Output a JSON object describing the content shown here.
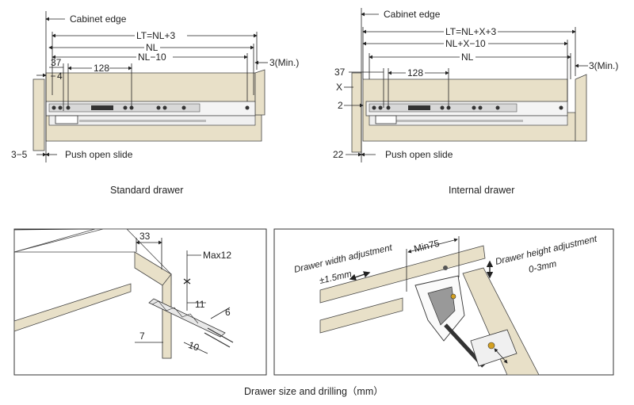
{
  "standard": {
    "cabinet_edge": "Cabinet edge",
    "lt": "LT=NL+3",
    "nl": "NL",
    "nl10": "NL−10",
    "d37": "37",
    "d4": "4",
    "d128": "128",
    "min3": "3(Min.)",
    "d35": "3−5",
    "push": "Push open slide",
    "caption": "Standard drawer"
  },
  "internal": {
    "cabinet_edge": "Cabinet edge",
    "lt": "LT=NL+X+3",
    "nlx10": "NL+X−10",
    "nl": "NL",
    "d37": "37",
    "x": "X",
    "d128": "128",
    "min3": "3(Min.)",
    "d2": "2",
    "d22": "22",
    "push": "Push open slide",
    "caption": "Internal drawer"
  },
  "drilling": {
    "d33": "33",
    "max12": "Max12",
    "d11": "11",
    "d6": "6",
    "d7": "7",
    "d10": "10"
  },
  "adjust": {
    "width": "Drawer width adjustment",
    "width_val": "±1.5mm",
    "min75": "Min75",
    "height": "Drawer height adjustment",
    "height_val": "0-3mm"
  },
  "footer_caption": "Drawer size and drilling（mm）"
}
